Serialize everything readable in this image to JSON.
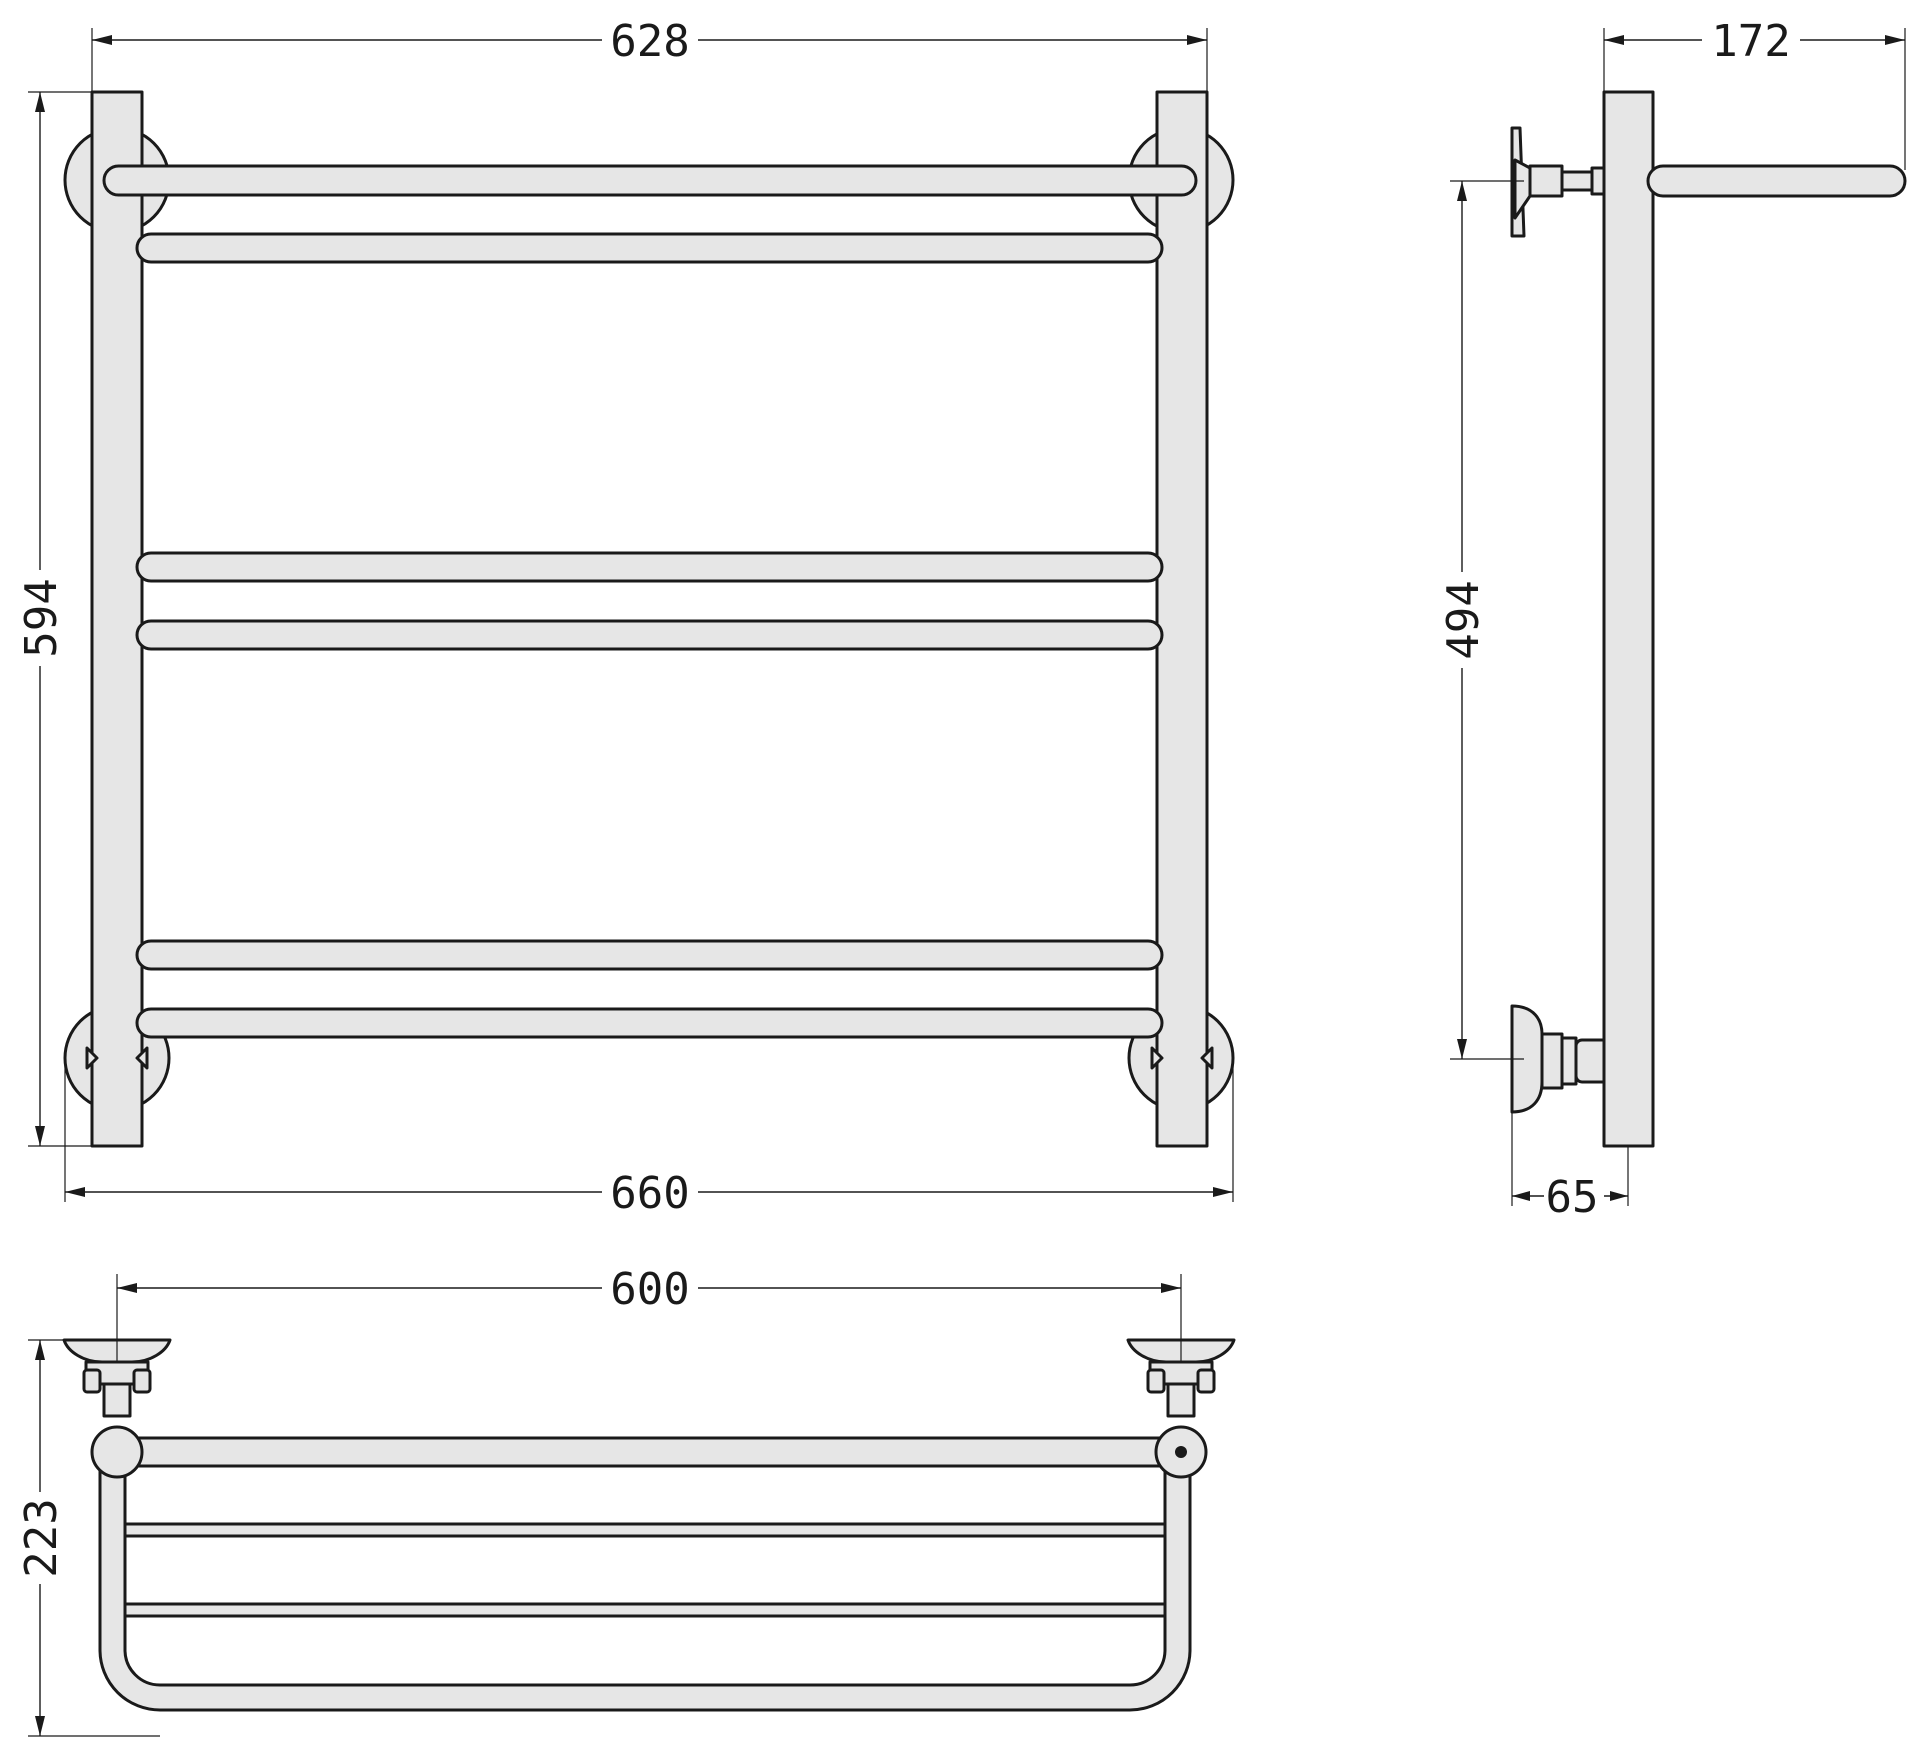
{
  "colors": {
    "fill": "#e6e6e6",
    "stroke": "#1a1a1a",
    "background": "#ffffff"
  },
  "dimensions": {
    "front_top_width": "628",
    "front_bottom_width": "660",
    "front_height": "594",
    "side_depth": "172",
    "side_axis_height": "494",
    "side_wall_offset": "65",
    "top_width": "600",
    "top_depth": "223"
  }
}
